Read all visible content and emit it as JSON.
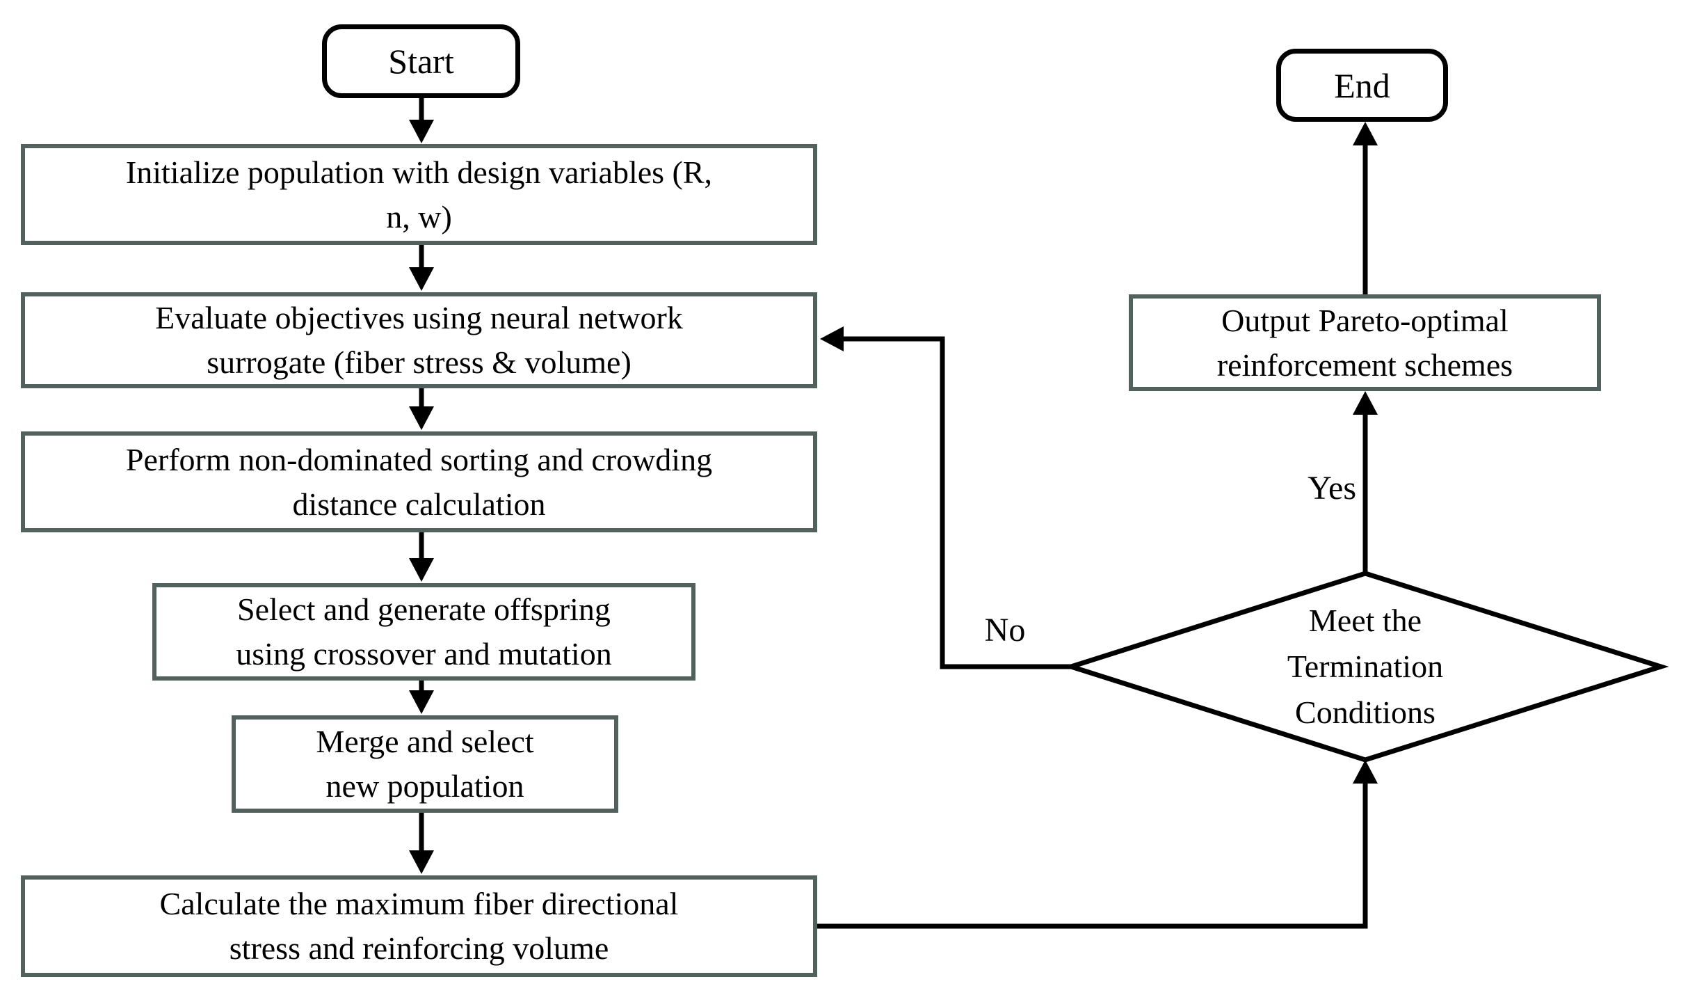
{
  "flowchart": {
    "nodes": {
      "start": {
        "label": "Start"
      },
      "initialize": {
        "lines": [
          "Initialize population with design variables (R,",
          "n, w)"
        ]
      },
      "evaluate": {
        "lines": [
          "Evaluate objectives using neural network",
          "surrogate (fiber stress & volume)"
        ]
      },
      "sorting": {
        "lines": [
          "Perform non-dominated sorting and crowding",
          "distance calculation"
        ]
      },
      "offspring": {
        "lines": [
          "Select and generate offspring",
          "using crossover and mutation"
        ]
      },
      "merge": {
        "lines": [
          "Merge and select",
          "new population"
        ]
      },
      "calculate": {
        "lines": [
          "Calculate the maximum fiber directional",
          "stress and reinforcing volume"
        ]
      },
      "decision": {
        "lines": [
          "Meet the",
          "Termination",
          "Conditions"
        ]
      },
      "output": {
        "lines": [
          "Output Pareto-optimal",
          "reinforcement schemes"
        ]
      },
      "end": {
        "label": "End"
      }
    },
    "edge_labels": {
      "yes": "Yes",
      "no": "No"
    },
    "colors": {
      "process-border": "#53615e",
      "terminal-border": "#000000",
      "arrow": "#000000",
      "text": "#000000",
      "background": "#ffffff"
    }
  }
}
